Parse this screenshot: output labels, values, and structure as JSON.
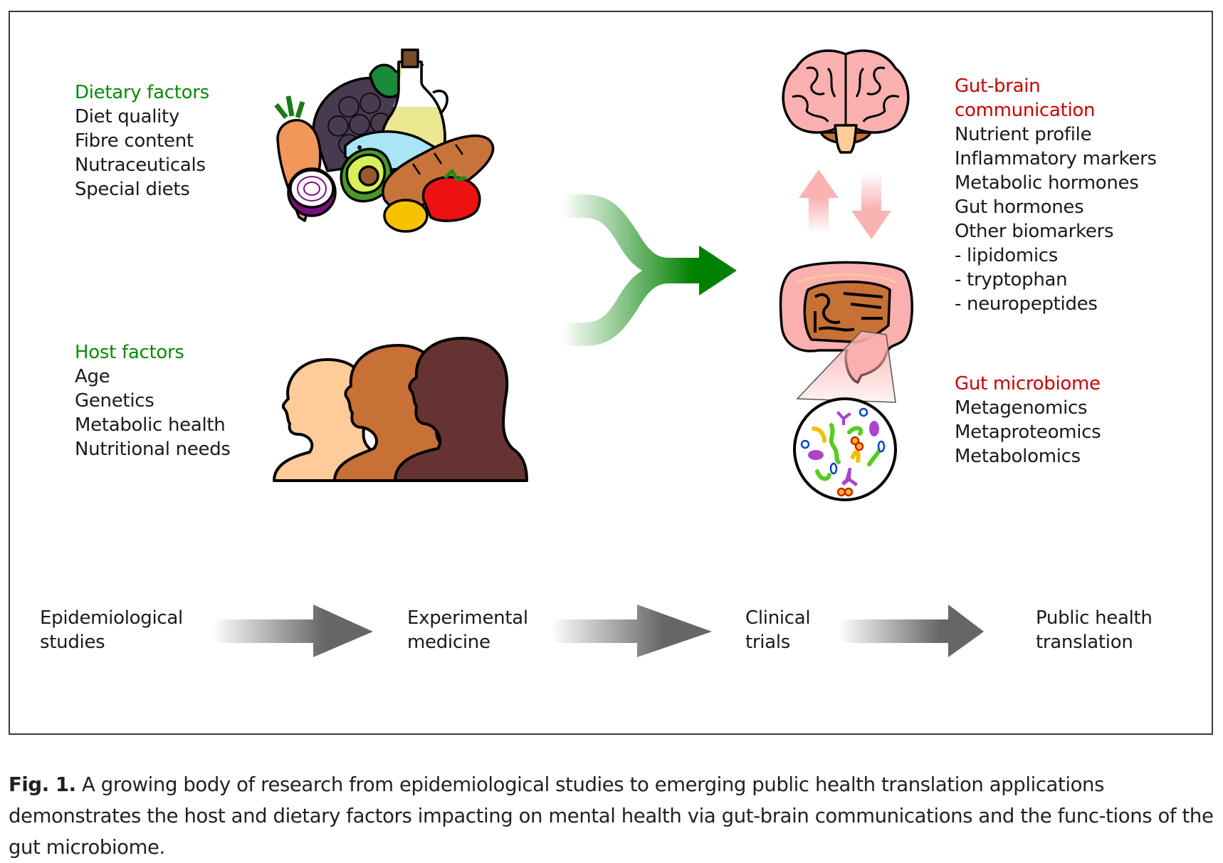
{
  "dietary": {
    "heading": "Dietary factors",
    "items": [
      "Diet quality",
      "Fibre content",
      "Nutraceuticals",
      "Special diets"
    ]
  },
  "host": {
    "heading": "Host factors",
    "items": [
      "Age",
      "Genetics",
      "Metabolic health",
      "Nutritional needs"
    ]
  },
  "gut_brain": {
    "heading_line1": "Gut-brain",
    "heading_line2": "communication",
    "items": [
      "Nutrient profile",
      "Inflammatory markers",
      "Metabolic hormones",
      "Gut hormones",
      "Other biomarkers",
      "- lipidomics",
      "- tryptophan",
      "- neuropeptides"
    ]
  },
  "microbiome": {
    "heading": "Gut microbiome",
    "items": [
      "Metagenomics",
      "Metaproteomics",
      "Metabolomics"
    ]
  },
  "pipeline": {
    "stages": [
      {
        "line1": "Epidemiological",
        "line2": "studies"
      },
      {
        "line1": "Experimental",
        "line2": "medicine"
      },
      {
        "line1": "Clinical",
        "line2": "trials"
      },
      {
        "line1": "Public health",
        "line2": "translation"
      }
    ]
  },
  "icons": {
    "food": "food-group-icon",
    "people": "people-silhouettes-icon",
    "brain": "brain-icon",
    "intestine": "intestine-icon",
    "microbes": "microbes-icon",
    "merge_arrow": "merge-arrow-icon",
    "bidirectional_arrows": "up-down-arrows-icon"
  },
  "colors": {
    "category_green": "#0a8a0a",
    "category_red": "#cc0000",
    "arrow_green": "#008000",
    "arrow_gray": "#666666",
    "arrow_pink": "#f9b3b3"
  },
  "caption": {
    "label": "Fig. 1.",
    "text": " A growing body of research from epidemiological studies to emerging public health translation applications demonstrates the host and dietary factors impacting on mental health via gut-brain communications and the func-tions of the gut microbiome."
  }
}
